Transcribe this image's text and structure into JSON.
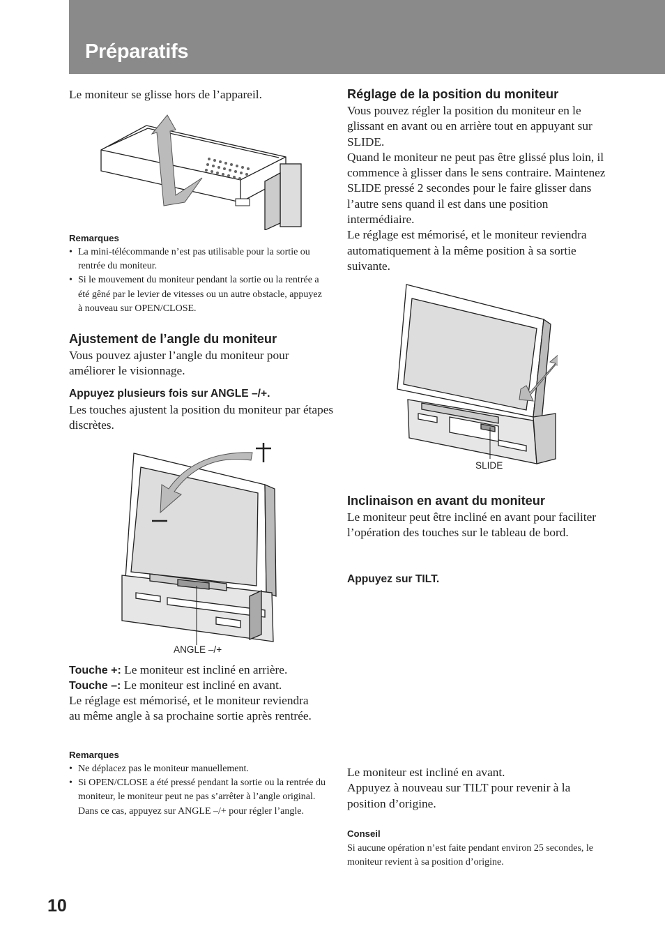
{
  "header": {
    "title": "Préparatifs"
  },
  "left": {
    "intro": "Le moniteur se glisse hors de l’appareil.",
    "notes1": {
      "title": "Remarques",
      "items": [
        "La mini-télécommande n’est pas utilisable pour la sortie ou rentrée du moniteur.",
        "Si le mouvement du moniteur pendant la sortie ou la rentrée a été gêné par le levier de vitesses ou un autre obstacle, appuyez à nouveau sur OPEN/CLOSE."
      ]
    },
    "angle_section": {
      "heading": "Ajustement de l’angle du moniteur",
      "text": "Vous pouvez ajuster l’angle du moniteur pour améliorer le visionnage.",
      "step_heading": "Appuyez plusieurs fois sur ANGLE –/+.",
      "step_text": "Les touches ajustent la position du moniteur par étapes discrètes.",
      "figure_label": "ANGLE –/+",
      "plus_label": "Touche +:",
      "plus_text": " Le moniteur est incliné en arrière.",
      "minus_label": "Touche –:",
      "minus_text": " Le moniteur est incliné en avant.",
      "memory_text": "Le réglage est mémorisé, et le moniteur reviendra au même angle à sa prochaine sortie après rentrée."
    },
    "notes2": {
      "title": "Remarques",
      "items": [
        "Ne déplacez pas le moniteur manuellement.",
        "Si OPEN/CLOSE a été pressé pendant la sortie ou la rentrée du moniteur, le moniteur peut ne pas s’arrêter à l’angle original. Dans ce cas, appuyez sur ANGLE –/+ pour régler l’angle."
      ]
    }
  },
  "right": {
    "position_section": {
      "heading": "Réglage de la position du moniteur",
      "p1": "Vous pouvez régler la position du moniteur en le glissant en avant ou en arrière tout en appuyant sur SLIDE.",
      "p2": "Quand le moniteur ne peut pas être glissé plus loin, il commence à glisser dans le sens contraire. Maintenez SLIDE pressé 2 secondes pour le faire glisser dans l’autre sens quand il est dans une position intermédiaire.",
      "p3": "Le réglage est mémorisé, et le moniteur reviendra automatiquement à la même position à sa sortie suivante.",
      "figure_label": "SLIDE"
    },
    "tilt_section": {
      "heading": "Inclinaison en avant du moniteur",
      "text": "Le moniteur peut être incliné en avant pour faciliter l’opération des touches sur le tableau de bord.",
      "step_heading": "Appuyez sur TILT.",
      "result1": "Le moniteur est incliné en avant.",
      "result2": "Appuyez à nouveau sur TILT pour revenir à la position d’origine."
    },
    "tip": {
      "title": "Conseil",
      "text": "Si aucune opération n’est faite pendant environ 25 secondes, le moniteur revient à sa position d’origine."
    }
  },
  "page_number": "10"
}
